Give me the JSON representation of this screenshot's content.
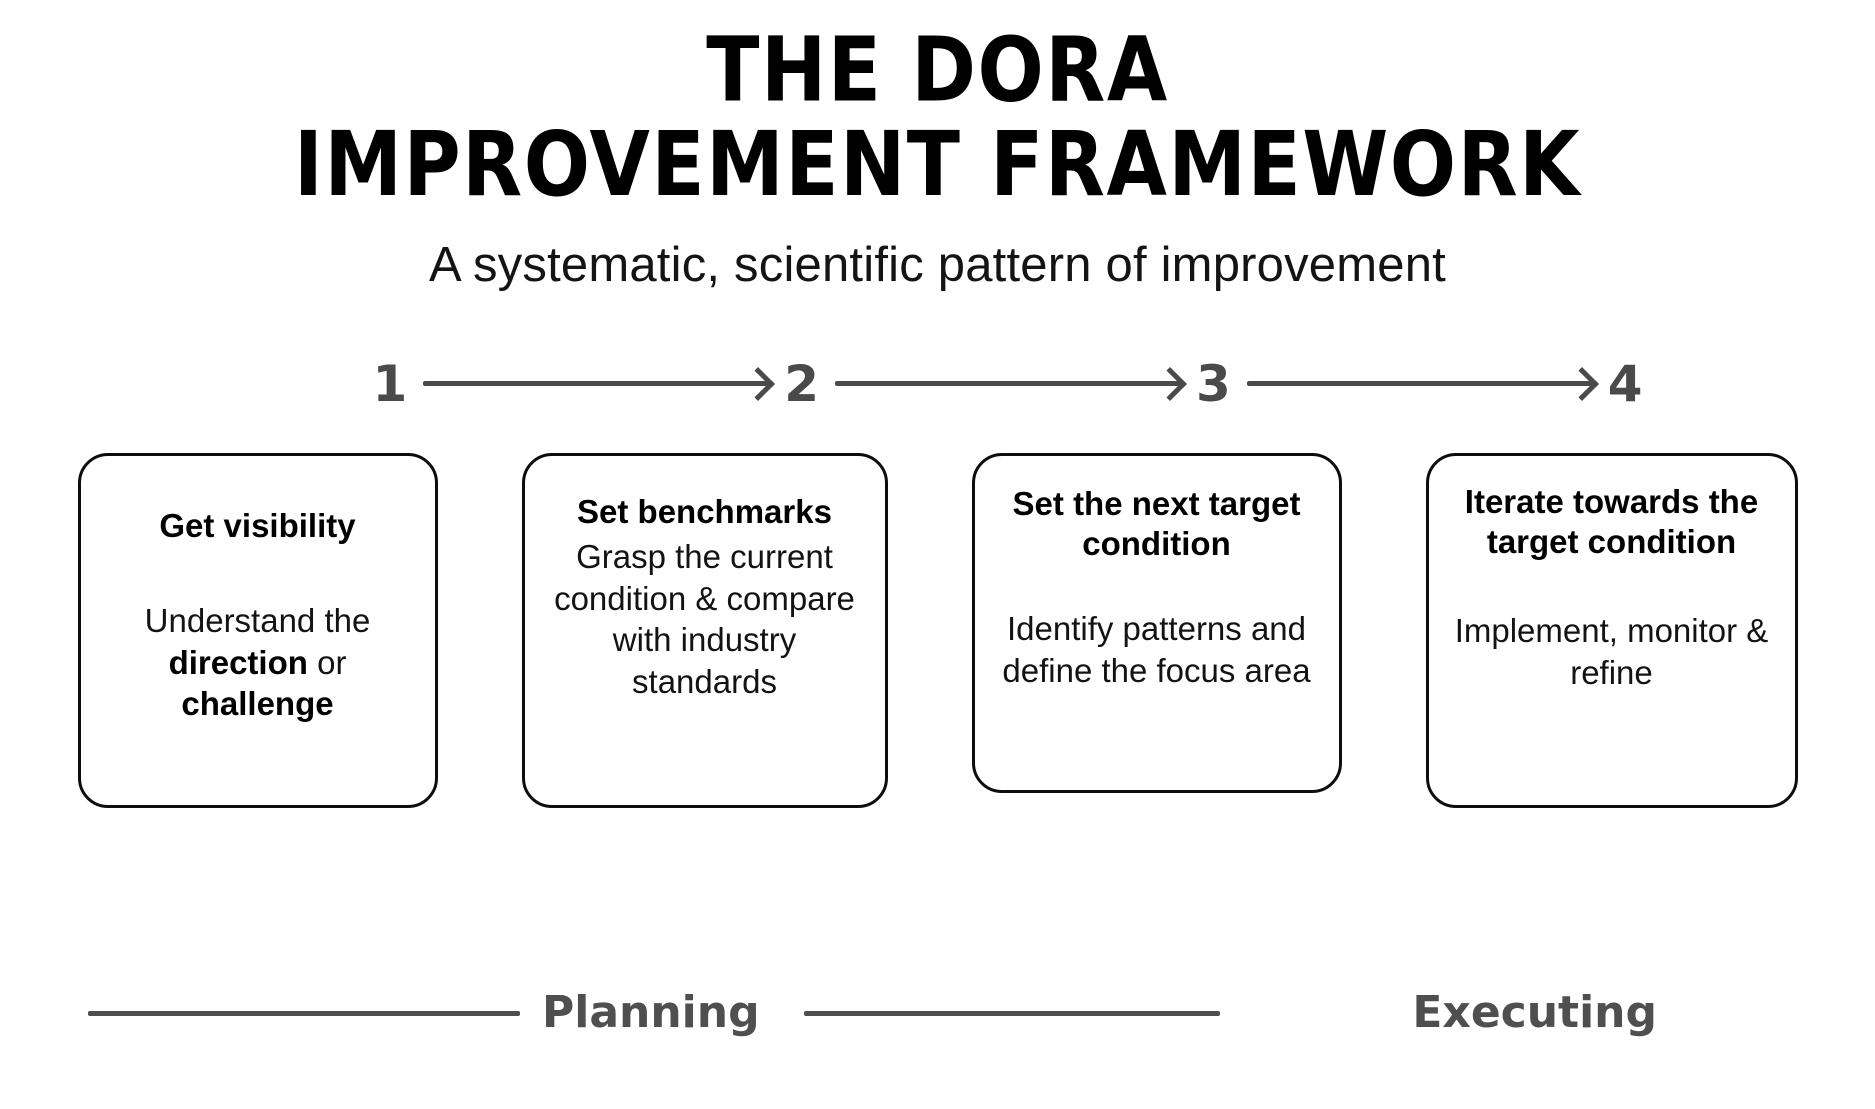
{
  "header": {
    "title_line1": "THE DORA",
    "title_line2": "IMPROVEMENT FRAMEWORK",
    "subtitle": "A systematic, scientific pattern of improvement"
  },
  "steps": [
    {
      "number": "1"
    },
    {
      "number": "2"
    },
    {
      "number": "3"
    },
    {
      "number": "4"
    }
  ],
  "cards": [
    {
      "title": "Get visibility",
      "body_prefix": "Understand the ",
      "body_bold1": "direction",
      "body_mid": " or ",
      "body_bold2": "challenge"
    },
    {
      "title": "Set benchmarks",
      "body": "Grasp the current condition & compare with industry standards"
    },
    {
      "title": "Set the next target condition",
      "body": "Identify patterns and define the focus area"
    },
    {
      "title": "Iterate towards the target condition",
      "body": "Implement, monitor & refine"
    }
  ],
  "phases": {
    "planning_label": "Planning",
    "executing_label": "Executing"
  },
  "colors": {
    "background": "#ffffff",
    "text": "#0a0a0a",
    "gray": "#4a4a4a",
    "phase_gray": "#4f4f4f",
    "card_border": "#0d0d0d"
  }
}
